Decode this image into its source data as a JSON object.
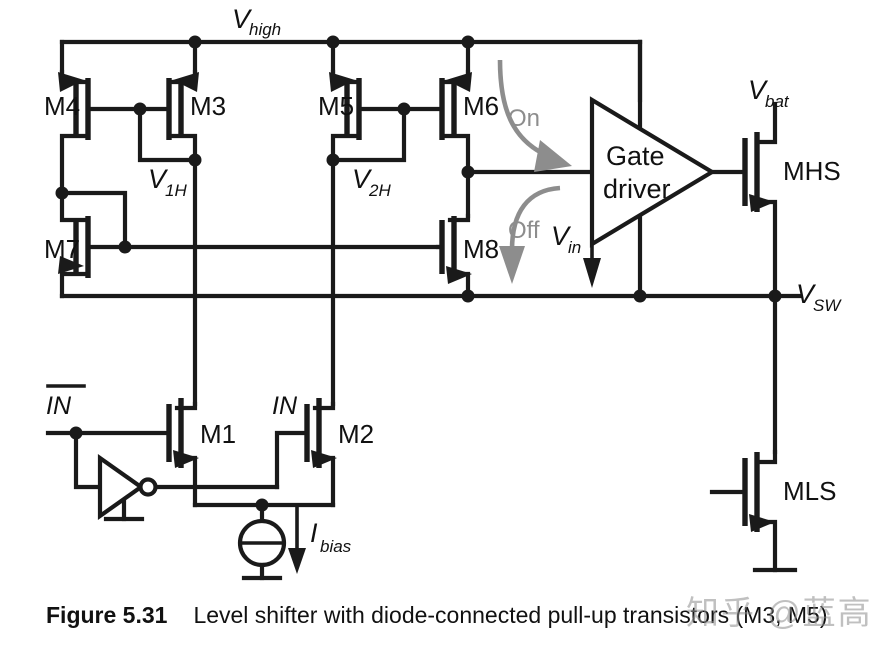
{
  "figure": {
    "number": "Figure 5.31",
    "caption": "Level shifter with diode-connected pull-up transistors (M3, M5)",
    "watermark": "知乎 @蓝高"
  },
  "nets": {
    "vhigh": "V",
    "vhigh_sub": "high",
    "v1h": "V",
    "v1h_sub": "1H",
    "v2h": "V",
    "v2h_sub": "2H",
    "vbat": "V",
    "vbat_sub": "bat",
    "vsw": "V",
    "vsw_sub": "SW",
    "vin": "V",
    "vin_sub": "in",
    "ibias": "I",
    "ibias_sub": "bias"
  },
  "devices": {
    "m1": "M1",
    "m2": "M2",
    "m3": "M3",
    "m4": "M4",
    "m5": "M5",
    "m6": "M6",
    "m7": "M7",
    "m8": "M8",
    "mhs": "MHS",
    "mls": "MLS"
  },
  "blocks": {
    "gate_driver_line1": "Gate",
    "gate_driver_line2": "driver"
  },
  "inputs": {
    "in_bar": "IN",
    "in": "IN"
  },
  "annotations": {
    "on": "On",
    "off": "Off"
  },
  "colors": {
    "ink": "#1a1a1a",
    "annotation_grey": "#8d8d8d",
    "background": "#ffffff"
  }
}
